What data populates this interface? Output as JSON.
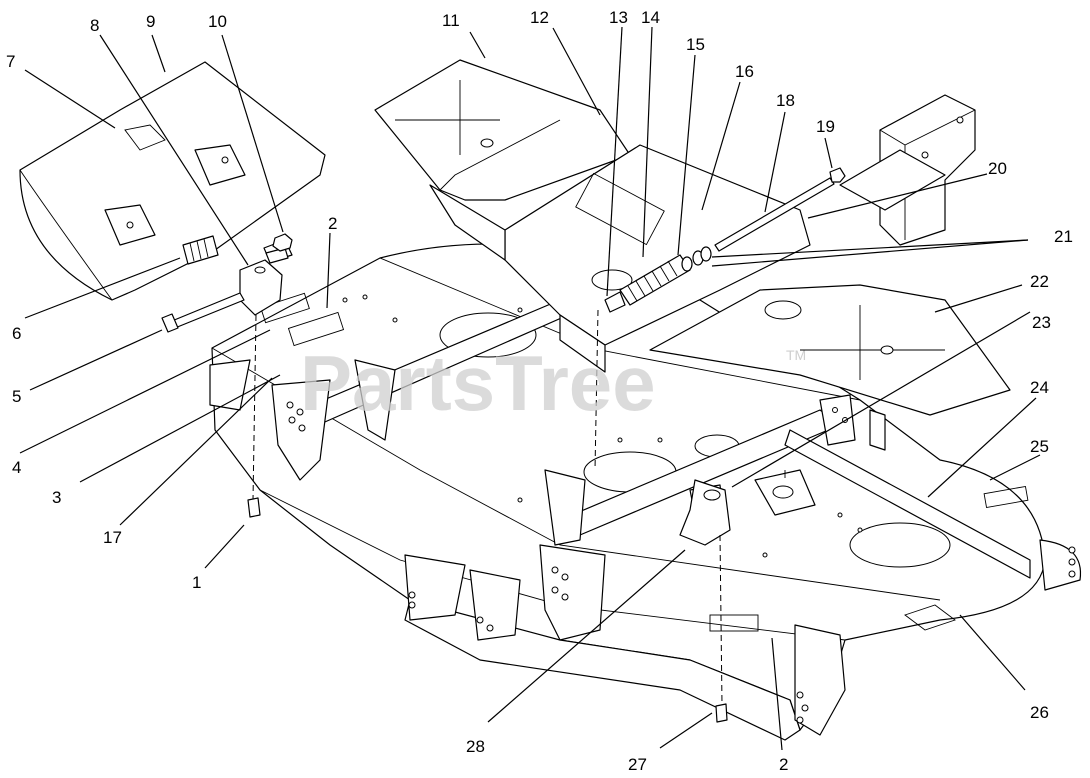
{
  "watermark": {
    "text": "PartsTree",
    "tm": "TM"
  },
  "callouts": {
    "c1": "1",
    "c2a": "2",
    "c2b": "2",
    "c3": "3",
    "c4": "4",
    "c5": "5",
    "c6": "6",
    "c7": "7",
    "c8": "8",
    "c9": "9",
    "c10": "10",
    "c11": "11",
    "c12": "12",
    "c13": "13",
    "c14": "14",
    "c15": "15",
    "c16": "16",
    "c17": "17",
    "c18": "18",
    "c19": "19",
    "c20": "20",
    "c21": "21",
    "c22": "22",
    "c23": "23",
    "c24": "24",
    "c25": "25",
    "c26": "26",
    "c27": "27",
    "c28": "28"
  }
}
